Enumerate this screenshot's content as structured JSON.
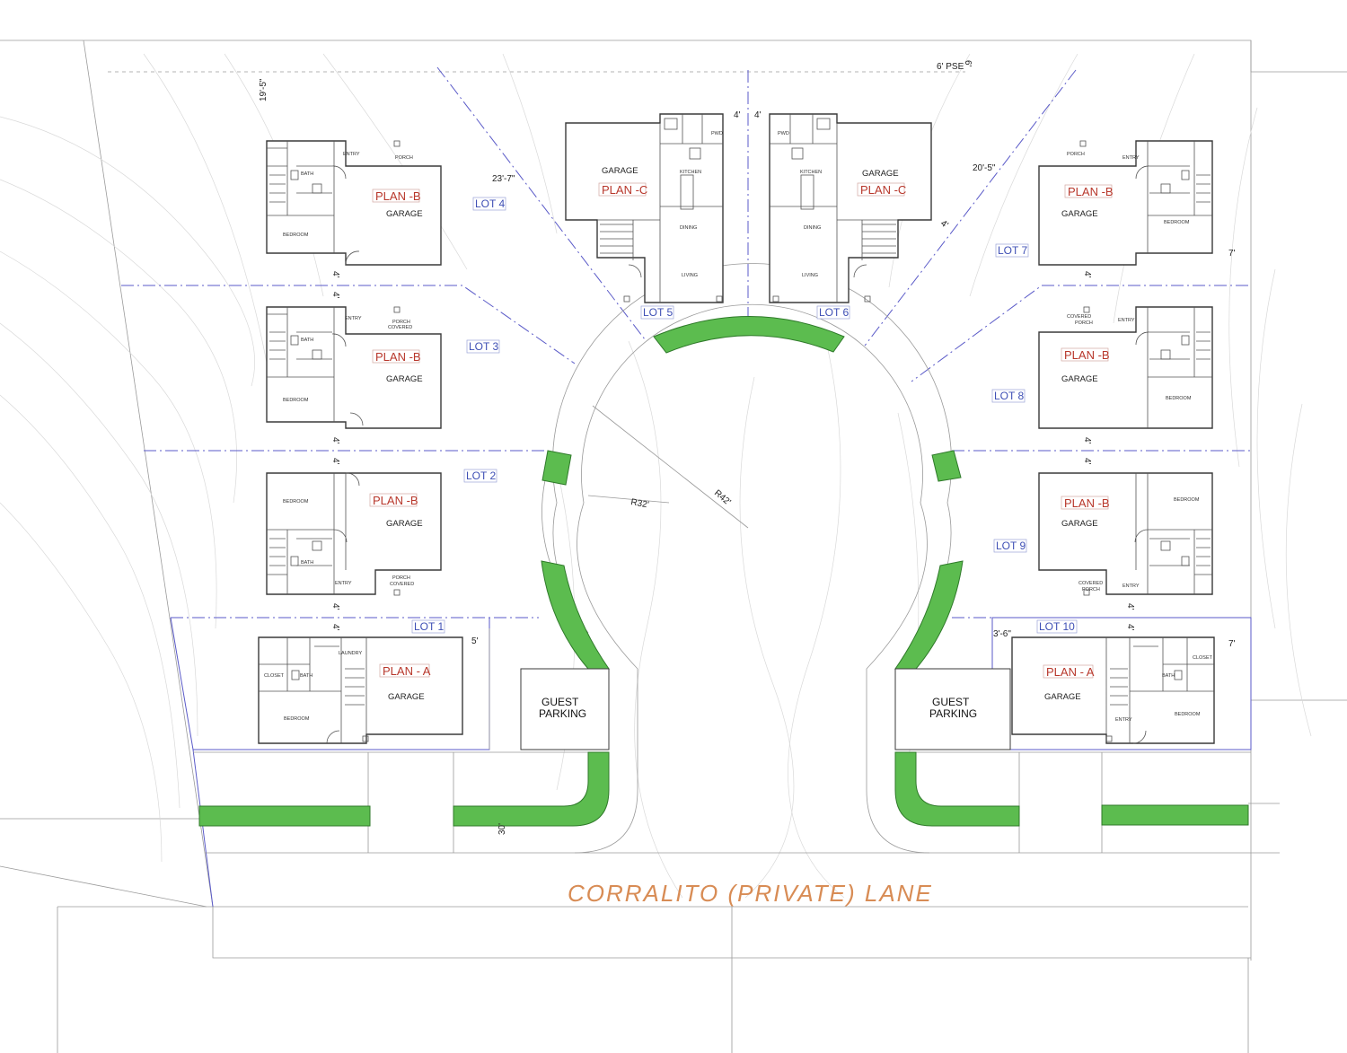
{
  "street": {
    "name": "CORRALITO (PRIVATE) LANE"
  },
  "colors": {
    "landscape": "#5cbc4f",
    "plan_label": "#b8372b",
    "lot_label": "#3e4fb5",
    "lot_line": "#5a5ac8",
    "street_label": "#d88c55"
  },
  "lots": {
    "lot1": {
      "label": "LOT 1",
      "plan": "PLAN - A",
      "rooms": {
        "garage": "GARAGE",
        "bedroom": "BEDROOM",
        "closet": "CLOSET",
        "bath": "BATH",
        "laundry": "LAUNDRY"
      }
    },
    "lot2": {
      "label": "LOT 2",
      "plan": "PLAN -B",
      "rooms": {
        "garage": "GARAGE",
        "bedroom": "BEDROOM",
        "bath": "BATH",
        "entry": "ENTRY",
        "porch": "PORCH",
        "covered": "COVERED"
      }
    },
    "lot3": {
      "label": "LOT 3",
      "plan": "PLAN -B",
      "rooms": {
        "garage": "GARAGE",
        "bedroom": "BEDROOM",
        "bath": "BATH",
        "entry": "ENTRY",
        "porch": "PORCH",
        "covered": "COVERED"
      }
    },
    "lot4": {
      "label": "LOT 4",
      "plan": "PLAN -B",
      "rooms": {
        "garage": "GARAGE",
        "bedroom": "BEDROOM",
        "bath": "BATH",
        "entry": "ENTRY",
        "porch": "PORCH"
      }
    },
    "lot5": {
      "label": "LOT 5",
      "plan": "PLAN -C",
      "rooms": {
        "garage": "GARAGE",
        "kitchen": "KITCHEN",
        "dining": "DINING",
        "living": "LIVING",
        "pwd": "PWD"
      }
    },
    "lot6": {
      "label": "LOT 6",
      "plan": "PLAN -C",
      "rooms": {
        "garage": "GARAGE",
        "kitchen": "KITCHEN",
        "dining": "DINING",
        "living": "LIVING",
        "pwd": "PWD"
      }
    },
    "lot7": {
      "label": "LOT 7",
      "plan": "PLAN -B",
      "rooms": {
        "garage": "GARAGE",
        "bedroom": "BEDROOM",
        "entry": "ENTRY",
        "porch": "PORCH"
      }
    },
    "lot8": {
      "label": "LOT 8",
      "plan": "PLAN -B",
      "rooms": {
        "garage": "GARAGE",
        "bedroom": "BEDROOM",
        "entry": "ENTRY",
        "covered": "COVERED",
        "porch": "PORCH"
      }
    },
    "lot9": {
      "label": "LOT 9",
      "plan": "PLAN -B",
      "rooms": {
        "garage": "GARAGE",
        "bedroom": "BEDROOM",
        "entry": "ENTRY",
        "covered": "COVERED",
        "porch": "PORCH"
      }
    },
    "lot10": {
      "label": "LOT 10",
      "plan": "PLAN - A",
      "rooms": {
        "garage": "GARAGE",
        "bedroom": "BEDROOM",
        "closet": "CLOSET",
        "bath": "BATH",
        "entry": "ENTRY"
      }
    }
  },
  "guest_parking": {
    "left": [
      "GUEST",
      "PARKING"
    ],
    "right": [
      "GUEST",
      "PARKING"
    ]
  },
  "dimensions": {
    "pse": "6' PSE",
    "pse_offset": "6'",
    "setback_top": "19'-5\"",
    "lot4_offset": "23'-7\"",
    "lot7_offset": "20'-5\"",
    "gap": "4'",
    "side_right": "7'",
    "side_lot1": "5'",
    "side_lot10": "3'-6\"",
    "radius_inner": "R32'",
    "radius_outer": "R42'",
    "road_width": "30'"
  }
}
